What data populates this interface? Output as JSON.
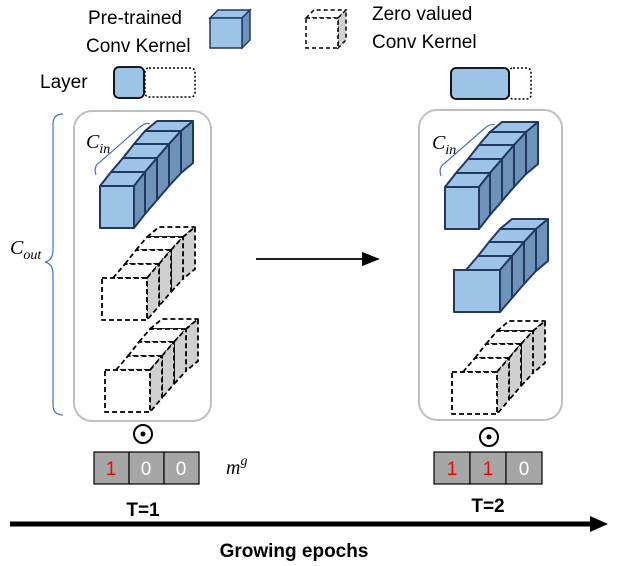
{
  "legend": {
    "pretrained_label_line1": "Pre-trained",
    "pretrained_label_line2": "Conv Kernel",
    "zero_label_line1": "Zero valued",
    "zero_label_line2": "Conv Kernel",
    "layer_label": "Layer"
  },
  "math": {
    "c_in_base": "C",
    "c_in_sub": "in",
    "c_out_base": "C",
    "c_out_sub": "out",
    "mask_base": "m",
    "mask_sup": "g",
    "odot": "⊙"
  },
  "stage1": {
    "label": "T=1",
    "mask_values": [
      "1",
      "0",
      "0"
    ]
  },
  "stage2": {
    "label": "T=2",
    "mask_values": [
      "1",
      "1",
      "0"
    ]
  },
  "axis_label": "Growing epochs",
  "colors": {
    "kernel_fill": "#9dc3e6",
    "kernel_stroke": "#1f3864",
    "mask_bg": "#a6a6a6",
    "mask_one": "#ff0000",
    "mask_zero": "#ffffff",
    "panel_stroke": "#bfbfbf",
    "brace": "#4472c4"
  }
}
